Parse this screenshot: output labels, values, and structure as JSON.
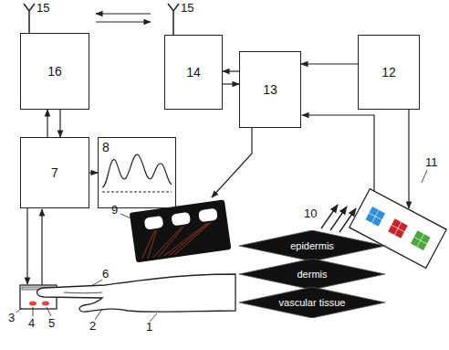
{
  "diagram": {
    "nodes": [
      {
        "text": [
          "16"
        ]
      },
      {
        "text": [
          "14"
        ]
      },
      {
        "text": [
          "13"
        ]
      },
      {
        "text": [
          "12"
        ]
      },
      {
        "text": [
          "7"
        ]
      },
      {
        "text": [
          "8"
        ]
      },
      {
        "text": [
          "epidermis"
        ]
      },
      {
        "text": [
          "dermis"
        ]
      },
      {
        "text": [
          "vascular tissue"
        ]
      }
    ],
    "edges": [
      {
        "from": 4,
        "to": 0,
        "arrow": "to"
      },
      {
        "from": 0,
        "to": 4,
        "arrow": "to"
      },
      {
        "from": 2,
        "to": 1,
        "arrow": "to"
      },
      {
        "from": 1,
        "to": 2,
        "arrow": "to"
      },
      {
        "from": 3,
        "to": 2,
        "arrow": "to"
      },
      {
        "from": 4,
        "to": 5,
        "arrow": "to"
      }
    ],
    "labels": [
      "15",
      "15",
      "9",
      "11",
      "10",
      "6",
      "3",
      "4",
      "5",
      "2",
      "1"
    ]
  }
}
